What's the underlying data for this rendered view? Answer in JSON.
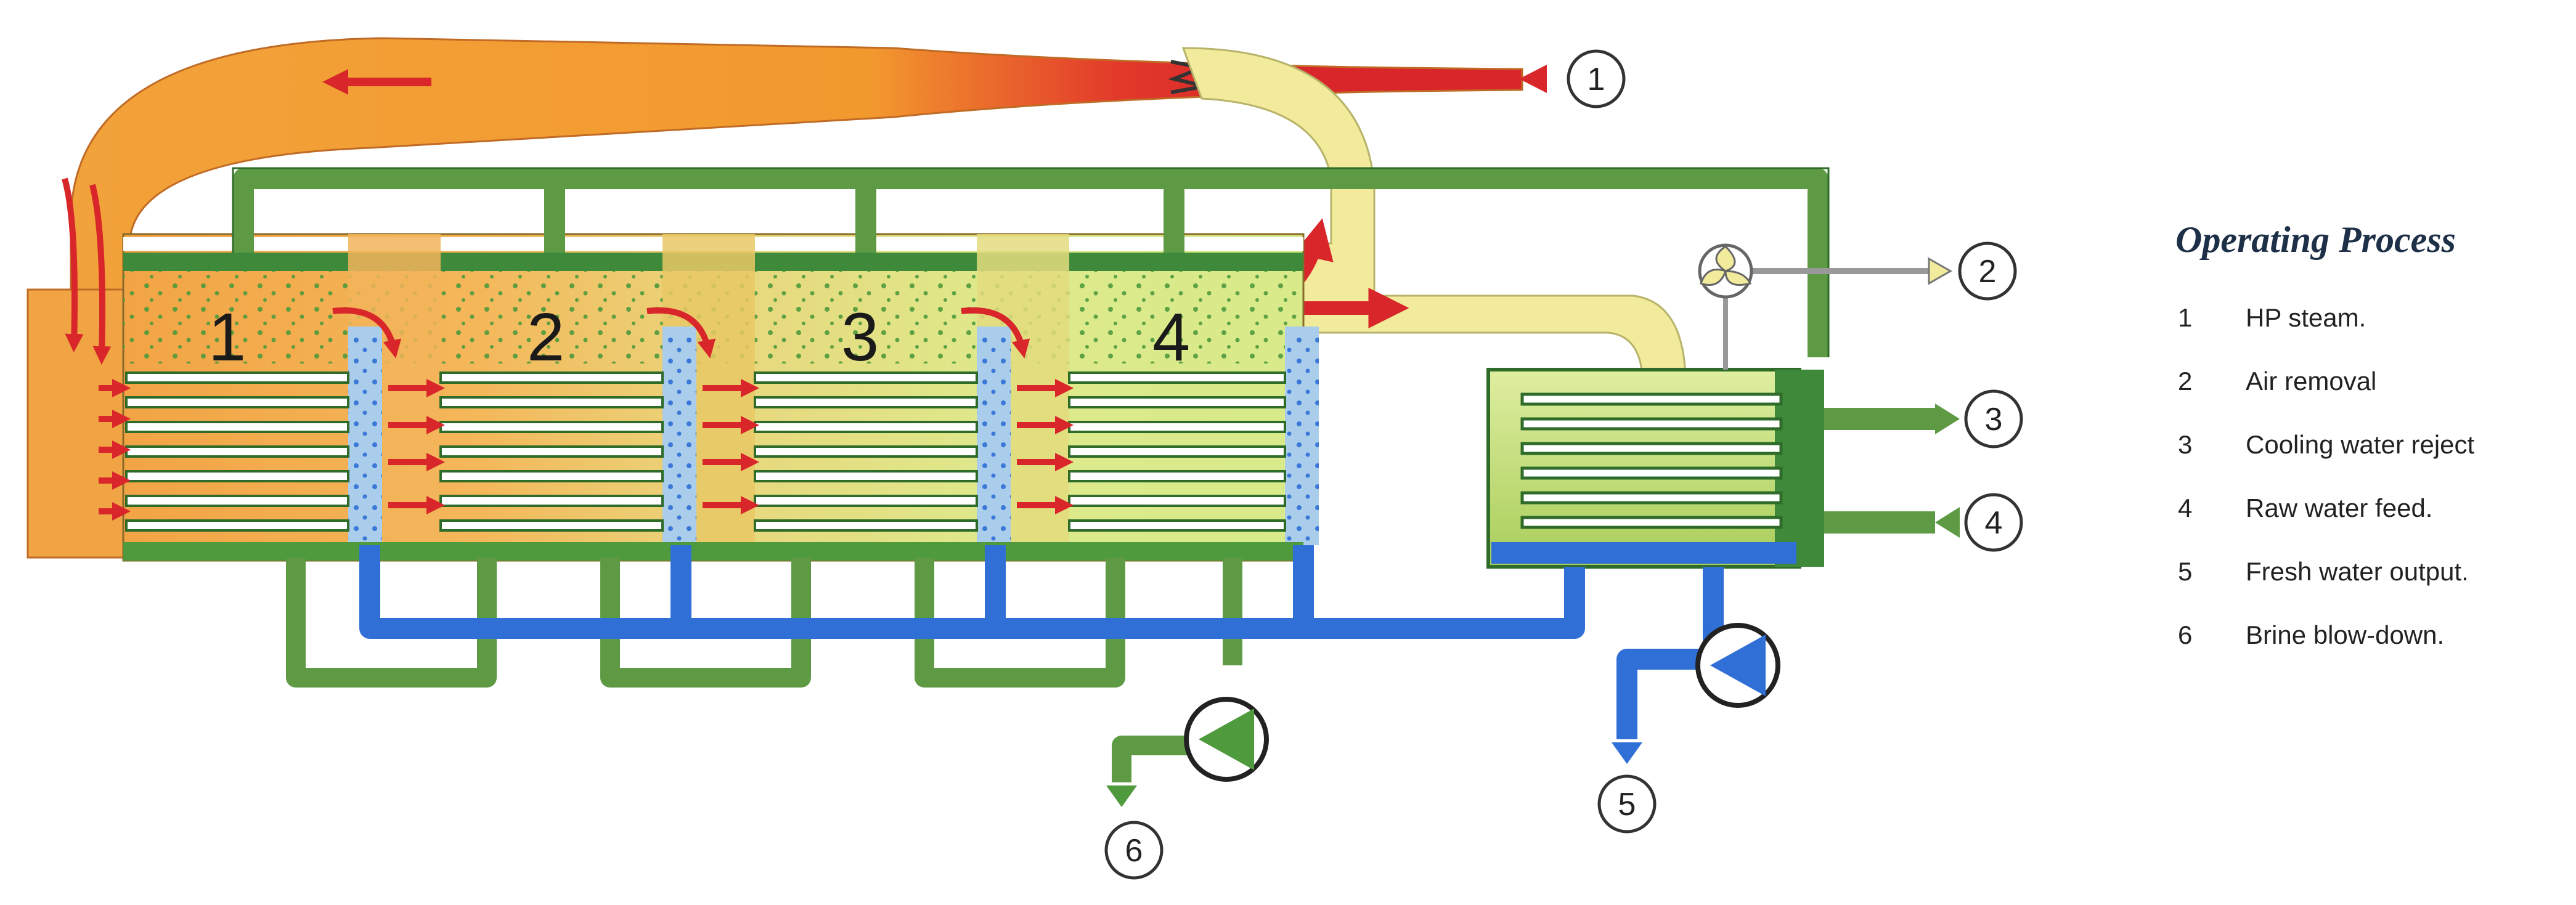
{
  "stages": [
    "1",
    "2",
    "3",
    "4"
  ],
  "callouts": [
    "1",
    "2",
    "3",
    "4",
    "5",
    "6"
  ],
  "legend": {
    "title": "Operating Process",
    "items": [
      {
        "num": "1",
        "text": "HP steam."
      },
      {
        "num": "2",
        "text": "Air removal"
      },
      {
        "num": "3",
        "text": "Cooling water reject"
      },
      {
        "num": "4",
        "text": "Raw water feed."
      },
      {
        "num": "5",
        "text": "Fresh water output."
      },
      {
        "num": "6",
        "text": "Brine blow-down."
      }
    ]
  },
  "colors": {
    "steam_red": "#d8262a",
    "steam_orange": "#f2a23a",
    "vapor_yellow": "#f1eb9b",
    "pipe_green": "#5e9a44",
    "pipe_green_dark": "#2f6c2a",
    "fresh_water_blue": "#2f6fd6",
    "condenser_light_blue": "#a9cdea"
  }
}
